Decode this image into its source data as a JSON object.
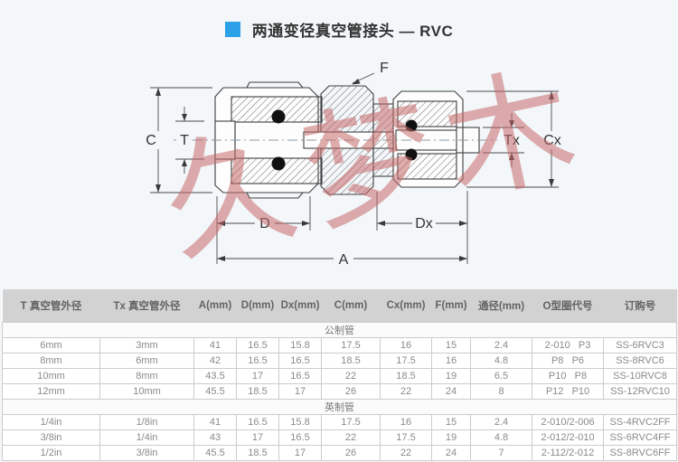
{
  "title": "两通变径真空管接头 — RVC",
  "watermark": "久梦木",
  "colors": {
    "accent": "#2ba1e8",
    "header_bg": "#d2d2d2",
    "watermark": "#c66969"
  },
  "drawing": {
    "labels": {
      "C": "C",
      "T": "T",
      "F": "F",
      "Tx": "Tx",
      "Cx": "Cx",
      "D": "D",
      "Dx": "Dx",
      "A": "A"
    }
  },
  "table": {
    "columns": [
      "T 真空管外径",
      "Tx 真空管外径",
      "A(mm)",
      "D(mm)",
      "Dx(mm)",
      "C(mm)",
      "Cx(mm)",
      "F(mm)",
      "通径(mm)",
      "O型圈代号",
      "订购号"
    ],
    "sections": [
      {
        "name": "公制管",
        "rows": [
          [
            "6mm",
            "3mm",
            "41",
            "16.5",
            "15.8",
            "17.5",
            "16",
            "15",
            "2.4",
            "2-010   P3",
            "SS-6RVC3"
          ],
          [
            "8mm",
            "6mm",
            "42",
            "16.5",
            "16.5",
            "18.5",
            "17.5",
            "16",
            "4.8",
            "P8   P6",
            "SS-8RVC6"
          ],
          [
            "10mm",
            "8mm",
            "43.5",
            "17",
            "16.5",
            "22",
            "18.5",
            "19",
            "6.5",
            "P10   P8",
            "SS-10RVC8"
          ],
          [
            "12mm",
            "10mm",
            "45.5",
            "18.5",
            "17",
            "26",
            "22",
            "24",
            "8",
            "P12   P10",
            "SS-12RVC10"
          ]
        ]
      },
      {
        "name": "英制管",
        "rows": [
          [
            "1/4in",
            "1/8in",
            "41",
            "16.5",
            "15.8",
            "17.5",
            "16",
            "15",
            "2.4",
            "2-010/2-006",
            "SS-4RVC2FF"
          ],
          [
            "3/8in",
            "1/4in",
            "43",
            "17",
            "16.5",
            "22",
            "17.5",
            "19",
            "4.8",
            "2-012/2-010",
            "SS-6RVC4FF"
          ],
          [
            "1/2in",
            "3/8in",
            "45.5",
            "18.5",
            "17",
            "26",
            "22",
            "24",
            "7",
            "2-112/2-012",
            "SS-8RVC6FF"
          ]
        ]
      }
    ]
  }
}
